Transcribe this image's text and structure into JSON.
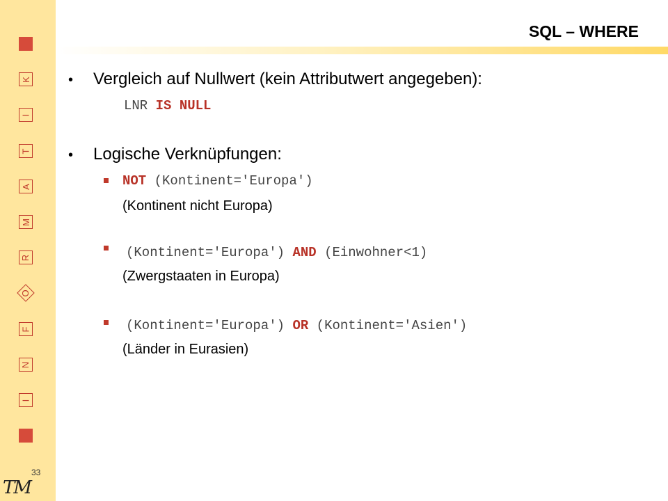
{
  "sidebar": {
    "letters": [
      "K",
      "I",
      "T",
      "A",
      "M",
      "R",
      "O",
      "F",
      "N",
      "I"
    ],
    "page_number": "33",
    "logo": "TM",
    "accent_color": "#d64b3a",
    "background_color": "#ffe69e"
  },
  "slide": {
    "title": "SQL – WHERE",
    "bullet1": {
      "text": "Vergleich auf Nullwert (kein Attributwert angegeben):",
      "code_plain": "LNR ",
      "code_kw": "IS NULL"
    },
    "bullet2": {
      "text": "Logische Verknüpfungen:",
      "items": [
        {
          "pre": "",
          "kw": "NOT",
          "post": " (Kontinent='Europa')",
          "note": "(Kontinent nicht Europa)"
        },
        {
          "pre": "(Kontinent='Europa') ",
          "kw": "AND",
          "post": " (Einwohner<1)",
          "note": "(Zwergstaaten in Europa)"
        },
        {
          "pre": "(Kontinent='Europa') ",
          "kw": "OR",
          "post": " (Kontinent='Asien')",
          "note": "(Länder in Eurasien)"
        }
      ]
    }
  }
}
